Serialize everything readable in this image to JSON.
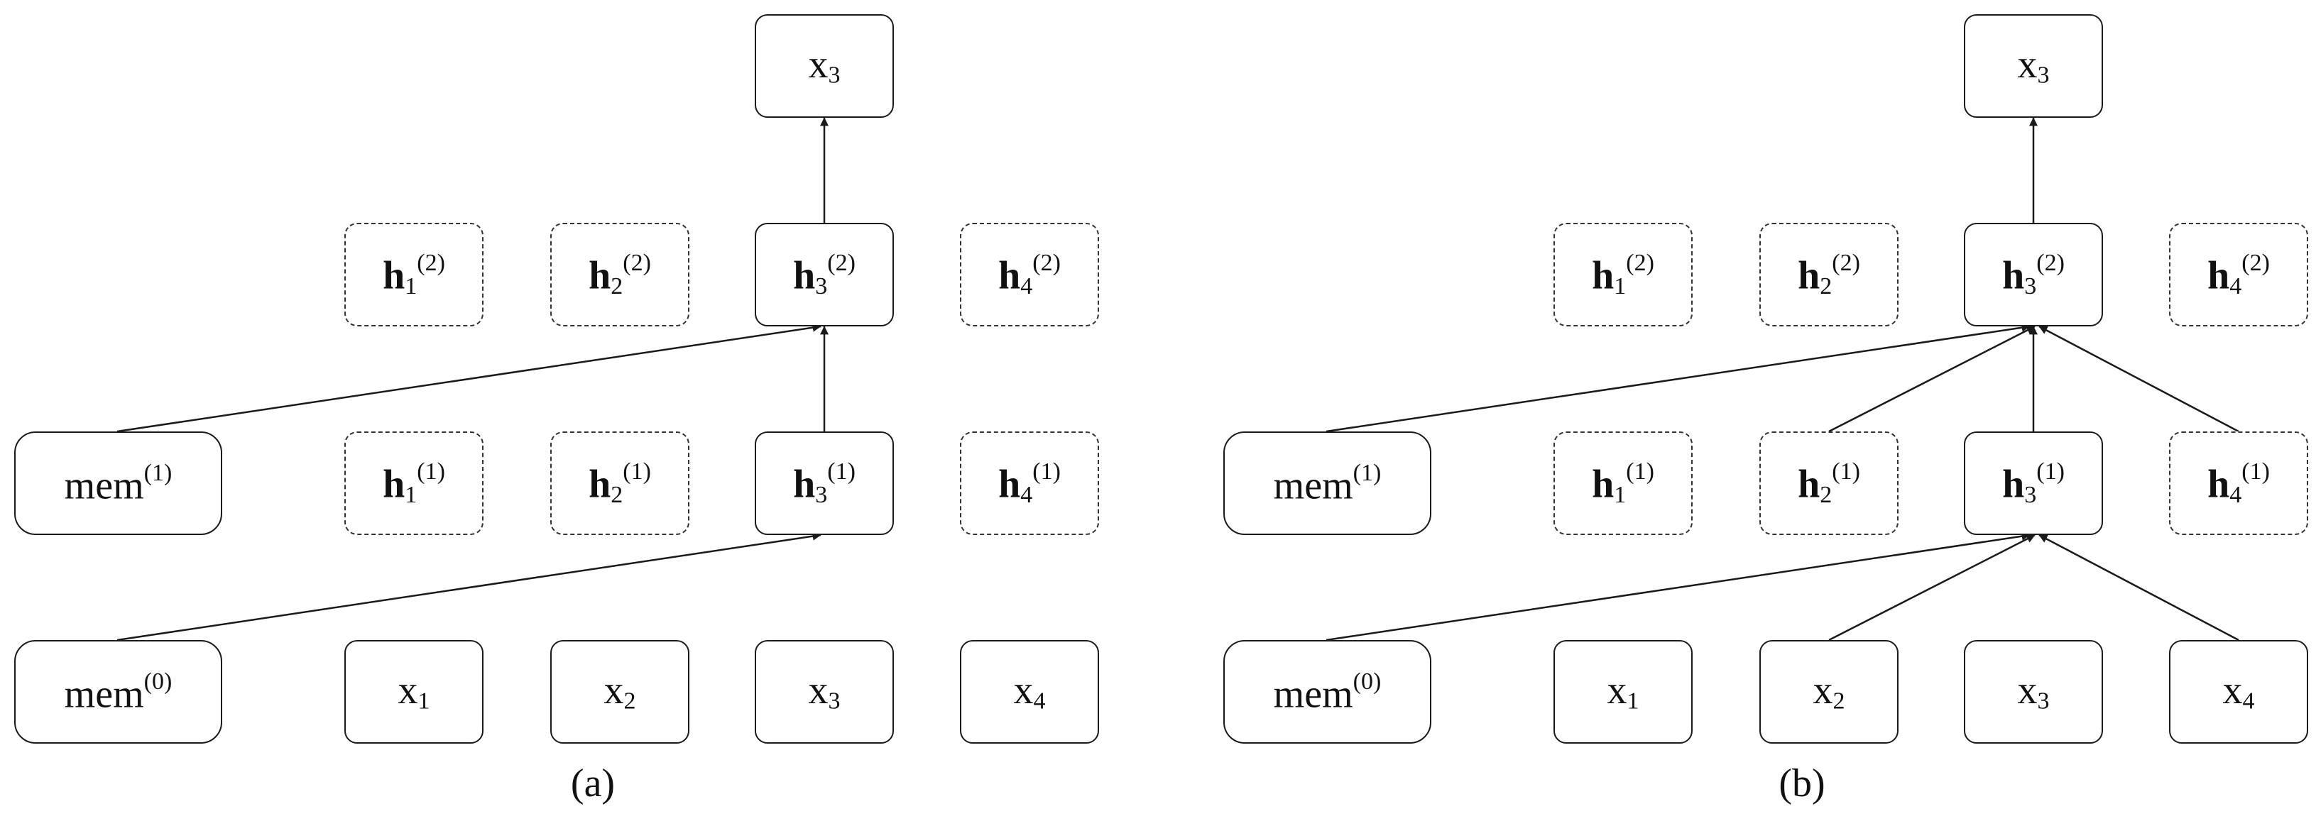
{
  "panels": [
    {
      "id": "a",
      "caption": "(a)",
      "output": {
        "base": "x",
        "sub": "3"
      },
      "layer2": [
        {
          "base": "h",
          "sub": "1",
          "sup": "(2)",
          "active": false
        },
        {
          "base": "h",
          "sub": "2",
          "sup": "(2)",
          "active": false
        },
        {
          "base": "h",
          "sub": "3",
          "sup": "(2)",
          "active": true
        },
        {
          "base": "h",
          "sub": "4",
          "sup": "(2)",
          "active": false
        }
      ],
      "layer1": [
        {
          "base": "h",
          "sub": "1",
          "sup": "(1)",
          "active": false
        },
        {
          "base": "h",
          "sub": "2",
          "sup": "(1)",
          "active": false
        },
        {
          "base": "h",
          "sub": "3",
          "sup": "(1)",
          "active": true
        },
        {
          "base": "h",
          "sub": "4",
          "sup": "(1)",
          "active": false
        }
      ],
      "inputs": [
        {
          "base": "x",
          "sub": "1"
        },
        {
          "base": "x",
          "sub": "2"
        },
        {
          "base": "x",
          "sub": "3"
        },
        {
          "base": "x",
          "sub": "4"
        }
      ],
      "mem1": {
        "base": "mem",
        "sup": "(1)"
      },
      "mem0": {
        "base": "mem",
        "sup": "(0)"
      }
    },
    {
      "id": "b",
      "caption": "(b)",
      "output": {
        "base": "x",
        "sub": "3"
      },
      "layer2": [
        {
          "base": "h",
          "sub": "1",
          "sup": "(2)",
          "active": false
        },
        {
          "base": "h",
          "sub": "2",
          "sup": "(2)",
          "active": false
        },
        {
          "base": "h",
          "sub": "3",
          "sup": "(2)",
          "active": true
        },
        {
          "base": "h",
          "sub": "4",
          "sup": "(2)",
          "active": false
        }
      ],
      "layer1": [
        {
          "base": "h",
          "sub": "1",
          "sup": "(1)",
          "active": false
        },
        {
          "base": "h",
          "sub": "2",
          "sup": "(1)",
          "active": false
        },
        {
          "base": "h",
          "sub": "3",
          "sup": "(1)",
          "active": true
        },
        {
          "base": "h",
          "sub": "4",
          "sup": "(1)",
          "active": false
        }
      ],
      "inputs": [
        {
          "base": "x",
          "sub": "1"
        },
        {
          "base": "x",
          "sub": "2"
        },
        {
          "base": "x",
          "sub": "3"
        },
        {
          "base": "x",
          "sub": "4"
        }
      ],
      "mem1": {
        "base": "mem",
        "sup": "(1)"
      },
      "mem0": {
        "base": "mem",
        "sup": "(0)"
      }
    }
  ],
  "colors": {
    "stroke": "#1a1a1a",
    "text": "#111111",
    "background": "#ffffff"
  }
}
